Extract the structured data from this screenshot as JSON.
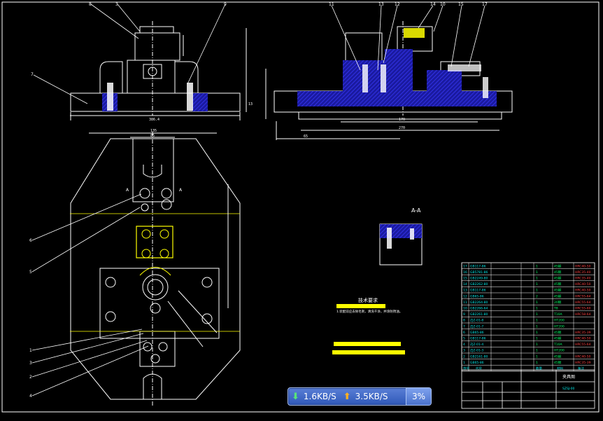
{
  "drawing": {
    "balloon_numbers_top_left": [
      "8",
      "3",
      "9",
      "7"
    ],
    "balloon_numbers_top_right": [
      "11",
      "13",
      "12",
      "14",
      "10",
      "15",
      "17"
    ],
    "balloon_numbers_left": [
      "6",
      "5",
      "1",
      "3",
      "2",
      "4"
    ],
    "dims_front": [
      "386.4",
      "13"
    ],
    "dims_side": [
      "170",
      "270",
      "65"
    ],
    "dims_plan": [
      "135",
      "85"
    ],
    "section_label": "A-A",
    "plan_view_marks": [
      "A",
      "A"
    ],
    "tech_requirements_title": "技术要求",
    "tech_requirements_line": "1.装配前应去除毛刺，清洗干净，并涂防锈油。"
  },
  "bom": {
    "rows": [
      {
        "no": "17",
        "code": "GB117-86",
        "qty": "1",
        "mat": "45钢",
        "note": "HRC40-50"
      },
      {
        "no": "16",
        "code": "GB5781-86",
        "qty": "1",
        "mat": "45钢",
        "note": "HRC35-40"
      },
      {
        "no": "15",
        "code": "GB2249-80",
        "qty": "1",
        "mat": "45钢",
        "note": "HRC35-40"
      },
      {
        "no": "14",
        "code": "GB2262-80",
        "qty": "1",
        "mat": "45钢",
        "note": "HRC40-50"
      },
      {
        "no": "13",
        "code": "GB117-86",
        "qty": "1",
        "mat": "45钢",
        "note": "HRC40-50"
      },
      {
        "no": "12",
        "code": "GB65-86",
        "qty": "2",
        "mat": "45钢",
        "note": "HRC55-64"
      },
      {
        "no": "11",
        "code": "GB2264-80",
        "qty": "1",
        "mat": "20钢",
        "note": "HRC55-64"
      },
      {
        "no": "10",
        "code": "GB2266-64",
        "qty": "1",
        "mat": "T8",
        "note": "HRC55-60"
      },
      {
        "no": "9",
        "code": "GB2261-80",
        "qty": "1",
        "mat": "T10A",
        "note": "HRC58-64"
      },
      {
        "no": "8",
        "code": "ZJZ-01-8",
        "qty": "1",
        "mat": "HT200",
        "note": ""
      },
      {
        "no": "7",
        "code": "ZJZ-01-7",
        "qty": "1",
        "mat": "HT200",
        "note": ""
      },
      {
        "no": "6",
        "code": "GB65-86",
        "qty": "1",
        "mat": "45钢",
        "note": "HRC35-39"
      },
      {
        "no": "5",
        "code": "GB117-86",
        "qty": "1",
        "mat": "45钢",
        "note": "HRC40-50"
      },
      {
        "no": "4",
        "code": "ZJZ-01-4",
        "qty": "1",
        "mat": "T10A",
        "note": "HRC55-64"
      },
      {
        "no": "3",
        "code": "ZJZ-01-3",
        "qty": "1",
        "mat": "HT200",
        "note": ""
      },
      {
        "no": "2",
        "code": "GB2161-80",
        "qty": "1",
        "mat": "45钢",
        "note": "HRC40-50"
      },
      {
        "no": "1",
        "code": "GB65-86",
        "qty": "1",
        "mat": "45钢",
        "note": "HRC35-39"
      }
    ],
    "header": {
      "no": "序号",
      "code": "代号",
      "qty": "数量",
      "mat": "材料",
      "note": "备注"
    },
    "title_block_name": "夹具图",
    "title_block_code": "SZSJ-00"
  },
  "netmeter": {
    "download": "1.6KB/S",
    "upload": "3.5KB/S",
    "percent": "3%",
    "download_icon": "down-arrow-icon",
    "upload_icon": "up-arrow-icon"
  },
  "colors": {
    "background": "#000000",
    "lines": "#ffffff",
    "hatch": "#2a2ad6",
    "highlight": "#ffff00",
    "netbar": "#3b63c4"
  }
}
